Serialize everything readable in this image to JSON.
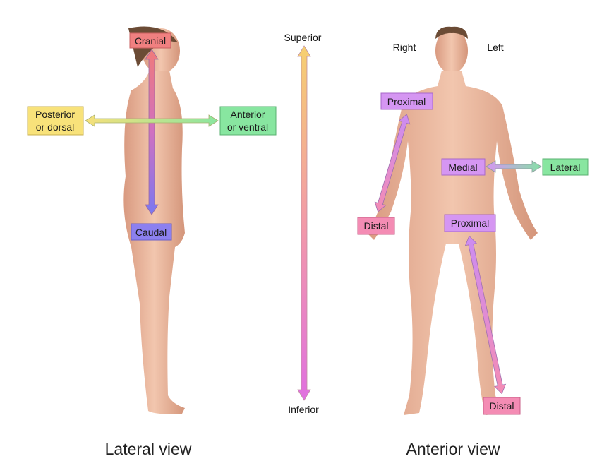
{
  "lateral_view": {
    "caption": "Lateral view",
    "labels": {
      "cranial": "Cranial",
      "caudal": "Caudal",
      "posterior": [
        "Posterior",
        "or dorsal"
      ],
      "anterior": [
        "Anterior",
        "or ventral"
      ]
    }
  },
  "axis": {
    "superior": "Superior",
    "inferior": "Inferior"
  },
  "anterior_view": {
    "caption": "Anterior view",
    "sides": {
      "right": "Right",
      "left": "Left"
    },
    "labels": {
      "arm_proximal": "Proximal",
      "arm_distal": "Distal",
      "medial": "Medial",
      "lateral": "Lateral",
      "leg_proximal": "Proximal",
      "leg_distal": "Distal"
    }
  },
  "colors": {
    "red": "#f08080",
    "blue": "#8c80f0",
    "yellow": "#f8e27a",
    "green": "#88e6a0",
    "purple": "#d596f2",
    "pink": "#f48cb4",
    "skin": "#eab69c"
  }
}
